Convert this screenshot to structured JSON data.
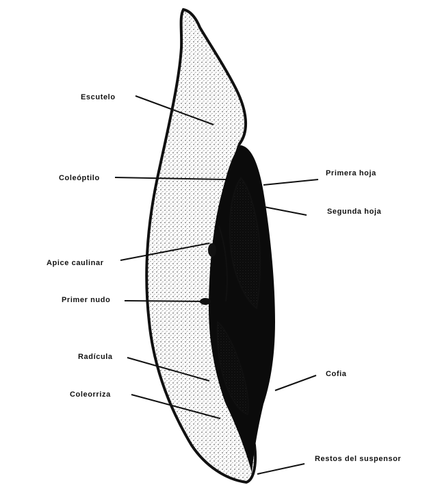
{
  "diagram": {
    "labels": {
      "escutelo": "Escutelo",
      "coleoptilo": "Coleóptilo",
      "apice_caulinar": "Apice caulinar",
      "primer_nudo": "Primer nudo",
      "radicula": "Radícula",
      "coleorriza": "Coleorriza",
      "primera_hoja": "Primera hoja",
      "segunda_hoja": "Segunda hoja",
      "cofia": "Cofia",
      "restos_suspensor": "Restos del suspensor"
    },
    "colors": {
      "ink": "#111111",
      "tissue": "#f2f2f2",
      "dark_tissue": "#0b0b0b",
      "background": "#ffffff"
    }
  }
}
